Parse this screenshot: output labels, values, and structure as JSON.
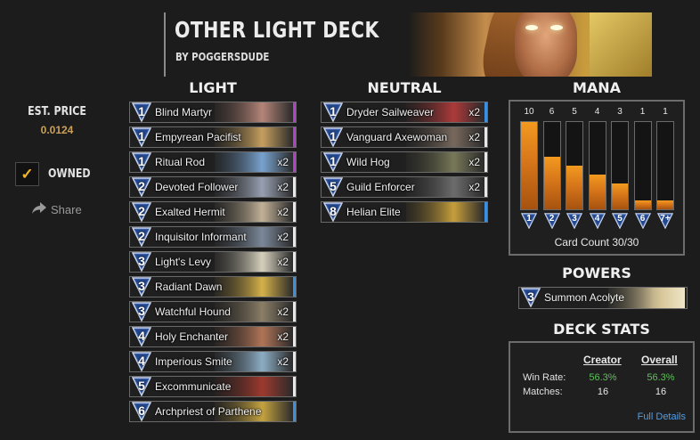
{
  "deck": {
    "title": "OTHER LIGHT DECK",
    "author": "BY POGGERSDUDE"
  },
  "sidebar": {
    "price_label": "EST. PRICE",
    "price_value": "0.0124",
    "owned_label": "OWNED",
    "owned_checked": "✓",
    "share_label": "Share"
  },
  "columns": {
    "light": "LIGHT",
    "neutral": "NEUTRAL",
    "mana": "MANA",
    "powers": "POWERS",
    "deck_stats": "DECK STATS"
  },
  "light_cards": [
    {
      "cost": "1",
      "name": "Blind Martyr",
      "qty": "",
      "stripe": "#b040c8",
      "art": "#b7877a"
    },
    {
      "cost": "1",
      "name": "Empyrean Pacifist",
      "qty": "",
      "stripe": "#b040c8",
      "art": "#c9a260"
    },
    {
      "cost": "1",
      "name": "Ritual Rod",
      "qty": "x2",
      "stripe": "#b040c8",
      "art": "#7aa5d2"
    },
    {
      "cost": "2",
      "name": "Devoted Follower",
      "qty": "x2",
      "stripe": "#e8e8e8",
      "art": "#9aa3b5"
    },
    {
      "cost": "2",
      "name": "Exalted Hermit",
      "qty": "x2",
      "stripe": "#e8e8e8",
      "art": "#c5b49a"
    },
    {
      "cost": "2",
      "name": "Inquisitor Informant",
      "qty": "x2",
      "stripe": "#e8e8e8",
      "art": "#7d8a9c"
    },
    {
      "cost": "3",
      "name": "Light's Levy",
      "qty": "x2",
      "stripe": "#e8e8e8",
      "art": "#d9d3bf"
    },
    {
      "cost": "3",
      "name": "Radiant Dawn",
      "qty": "",
      "stripe": "#3c8fe0",
      "art": "#d8b44a"
    },
    {
      "cost": "3",
      "name": "Watchful Hound",
      "qty": "x2",
      "stripe": "#e8e8e8",
      "art": "#8e8068"
    },
    {
      "cost": "4",
      "name": "Holy Enchanter",
      "qty": "x2",
      "stripe": "#e8e8e8",
      "art": "#b47658"
    },
    {
      "cost": "4",
      "name": "Imperious Smite",
      "qty": "x2",
      "stripe": "#e8e8e8",
      "art": "#8fb0c8"
    },
    {
      "cost": "5",
      "name": "Excommunicate",
      "qty": "",
      "stripe": "#e8e8e8",
      "art": "#a03a2e"
    },
    {
      "cost": "6",
      "name": "Archpriest of Parthene",
      "qty": "",
      "stripe": "#3c8fe0",
      "art": "#c8a640"
    }
  ],
  "neutral_cards": [
    {
      "cost": "1",
      "name": "Dryder Sailweaver",
      "qty": "x2",
      "stripe": "#3c8fe0",
      "art": "#b03a3a"
    },
    {
      "cost": "1",
      "name": "Vanguard Axewoman",
      "qty": "x2",
      "stripe": "#e8e8e8",
      "art": "#7a6a5e"
    },
    {
      "cost": "1",
      "name": "Wild Hog",
      "qty": "x2",
      "stripe": "#e8e8e8",
      "art": "#7a7a5a"
    },
    {
      "cost": "5",
      "name": "Guild Enforcer",
      "qty": "x2",
      "stripe": "#e8e8e8",
      "art": "#6e6e6e"
    },
    {
      "cost": "8",
      "name": "Helian Elite",
      "qty": "",
      "stripe": "#3c8fe0",
      "art": "#caa23c"
    }
  ],
  "mana_curve": {
    "labels": [
      "1",
      "2",
      "3",
      "4",
      "5",
      "6",
      "7+"
    ],
    "counts": [
      "10",
      "6",
      "5",
      "4",
      "3",
      "1",
      "1"
    ],
    "values": [
      10,
      6,
      5,
      4,
      3,
      1,
      1
    ],
    "max": 10,
    "card_count": "Card Count 30/30"
  },
  "powers": [
    {
      "cost": "3",
      "name": "Summon Acolyte",
      "art": "#d8c79a"
    }
  ],
  "deck_stats": {
    "creator_label": "Creator",
    "overall_label": "Overall",
    "win_rate_label": "Win Rate:",
    "matches_label": "Matches:",
    "creator_win_rate": "56.3%",
    "overall_win_rate": "56.3%",
    "creator_matches": "16",
    "overall_matches": "16",
    "full_details": "Full Details"
  },
  "colors": {
    "accent_orange": "#f2b62c",
    "mana_fill": "#e0821a",
    "win_green": "#5fbf5a",
    "link_blue": "#4f9ee8"
  }
}
